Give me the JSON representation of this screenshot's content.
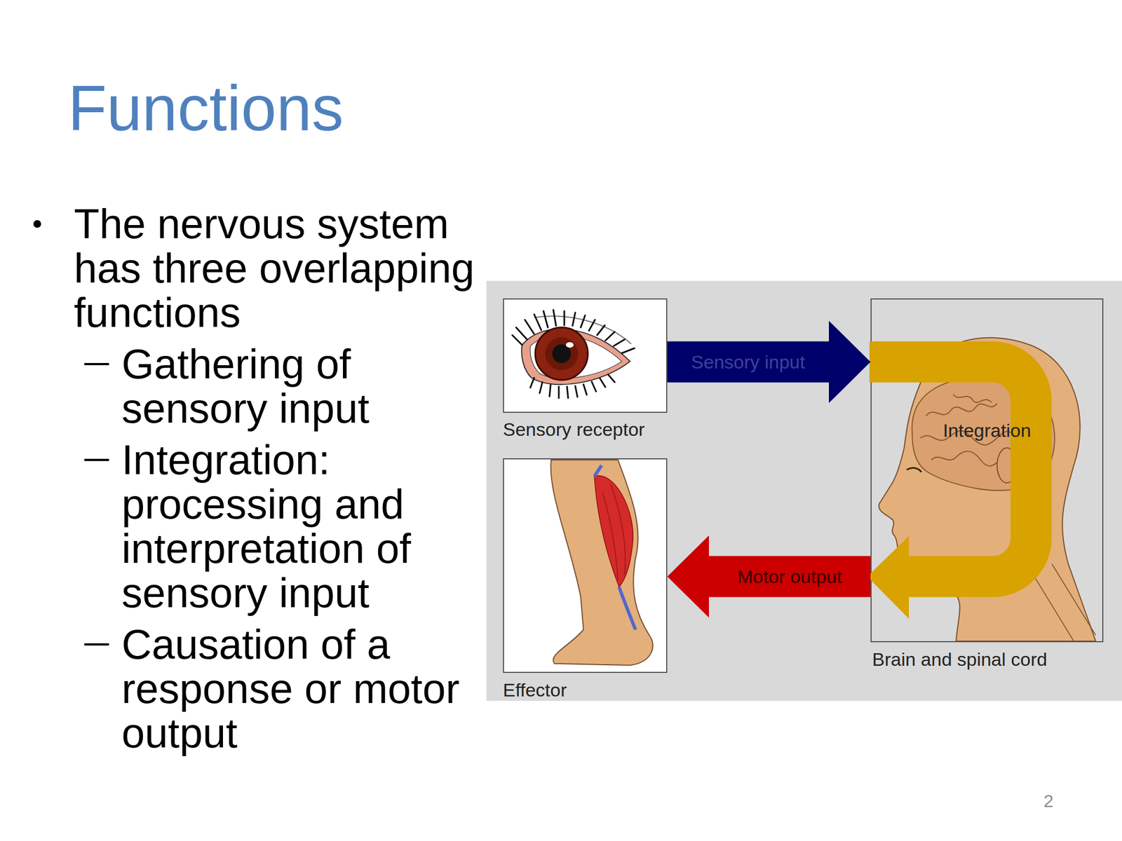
{
  "diagram": {
    "title": "Functions",
    "nodes": [
      {
        "text": [
          "Sensory receptor"
        ]
      },
      {
        "text": [
          "Integration",
          "Brain and spinal cord"
        ]
      },
      {
        "text": [
          "Effector"
        ]
      }
    ],
    "edges": [
      {
        "from": 0,
        "to": 1,
        "label": "Sensory input",
        "arrow": "to"
      },
      {
        "from": 1,
        "to": 2,
        "label": "Motor output",
        "arrow": "to"
      }
    ],
    "labels": [
      "The nervous system has three overlapping functions",
      "Gathering of sensory input",
      "Integration: processing and interpretation of sensory input",
      "Causation of a response or motor output",
      "2"
    ]
  }
}
